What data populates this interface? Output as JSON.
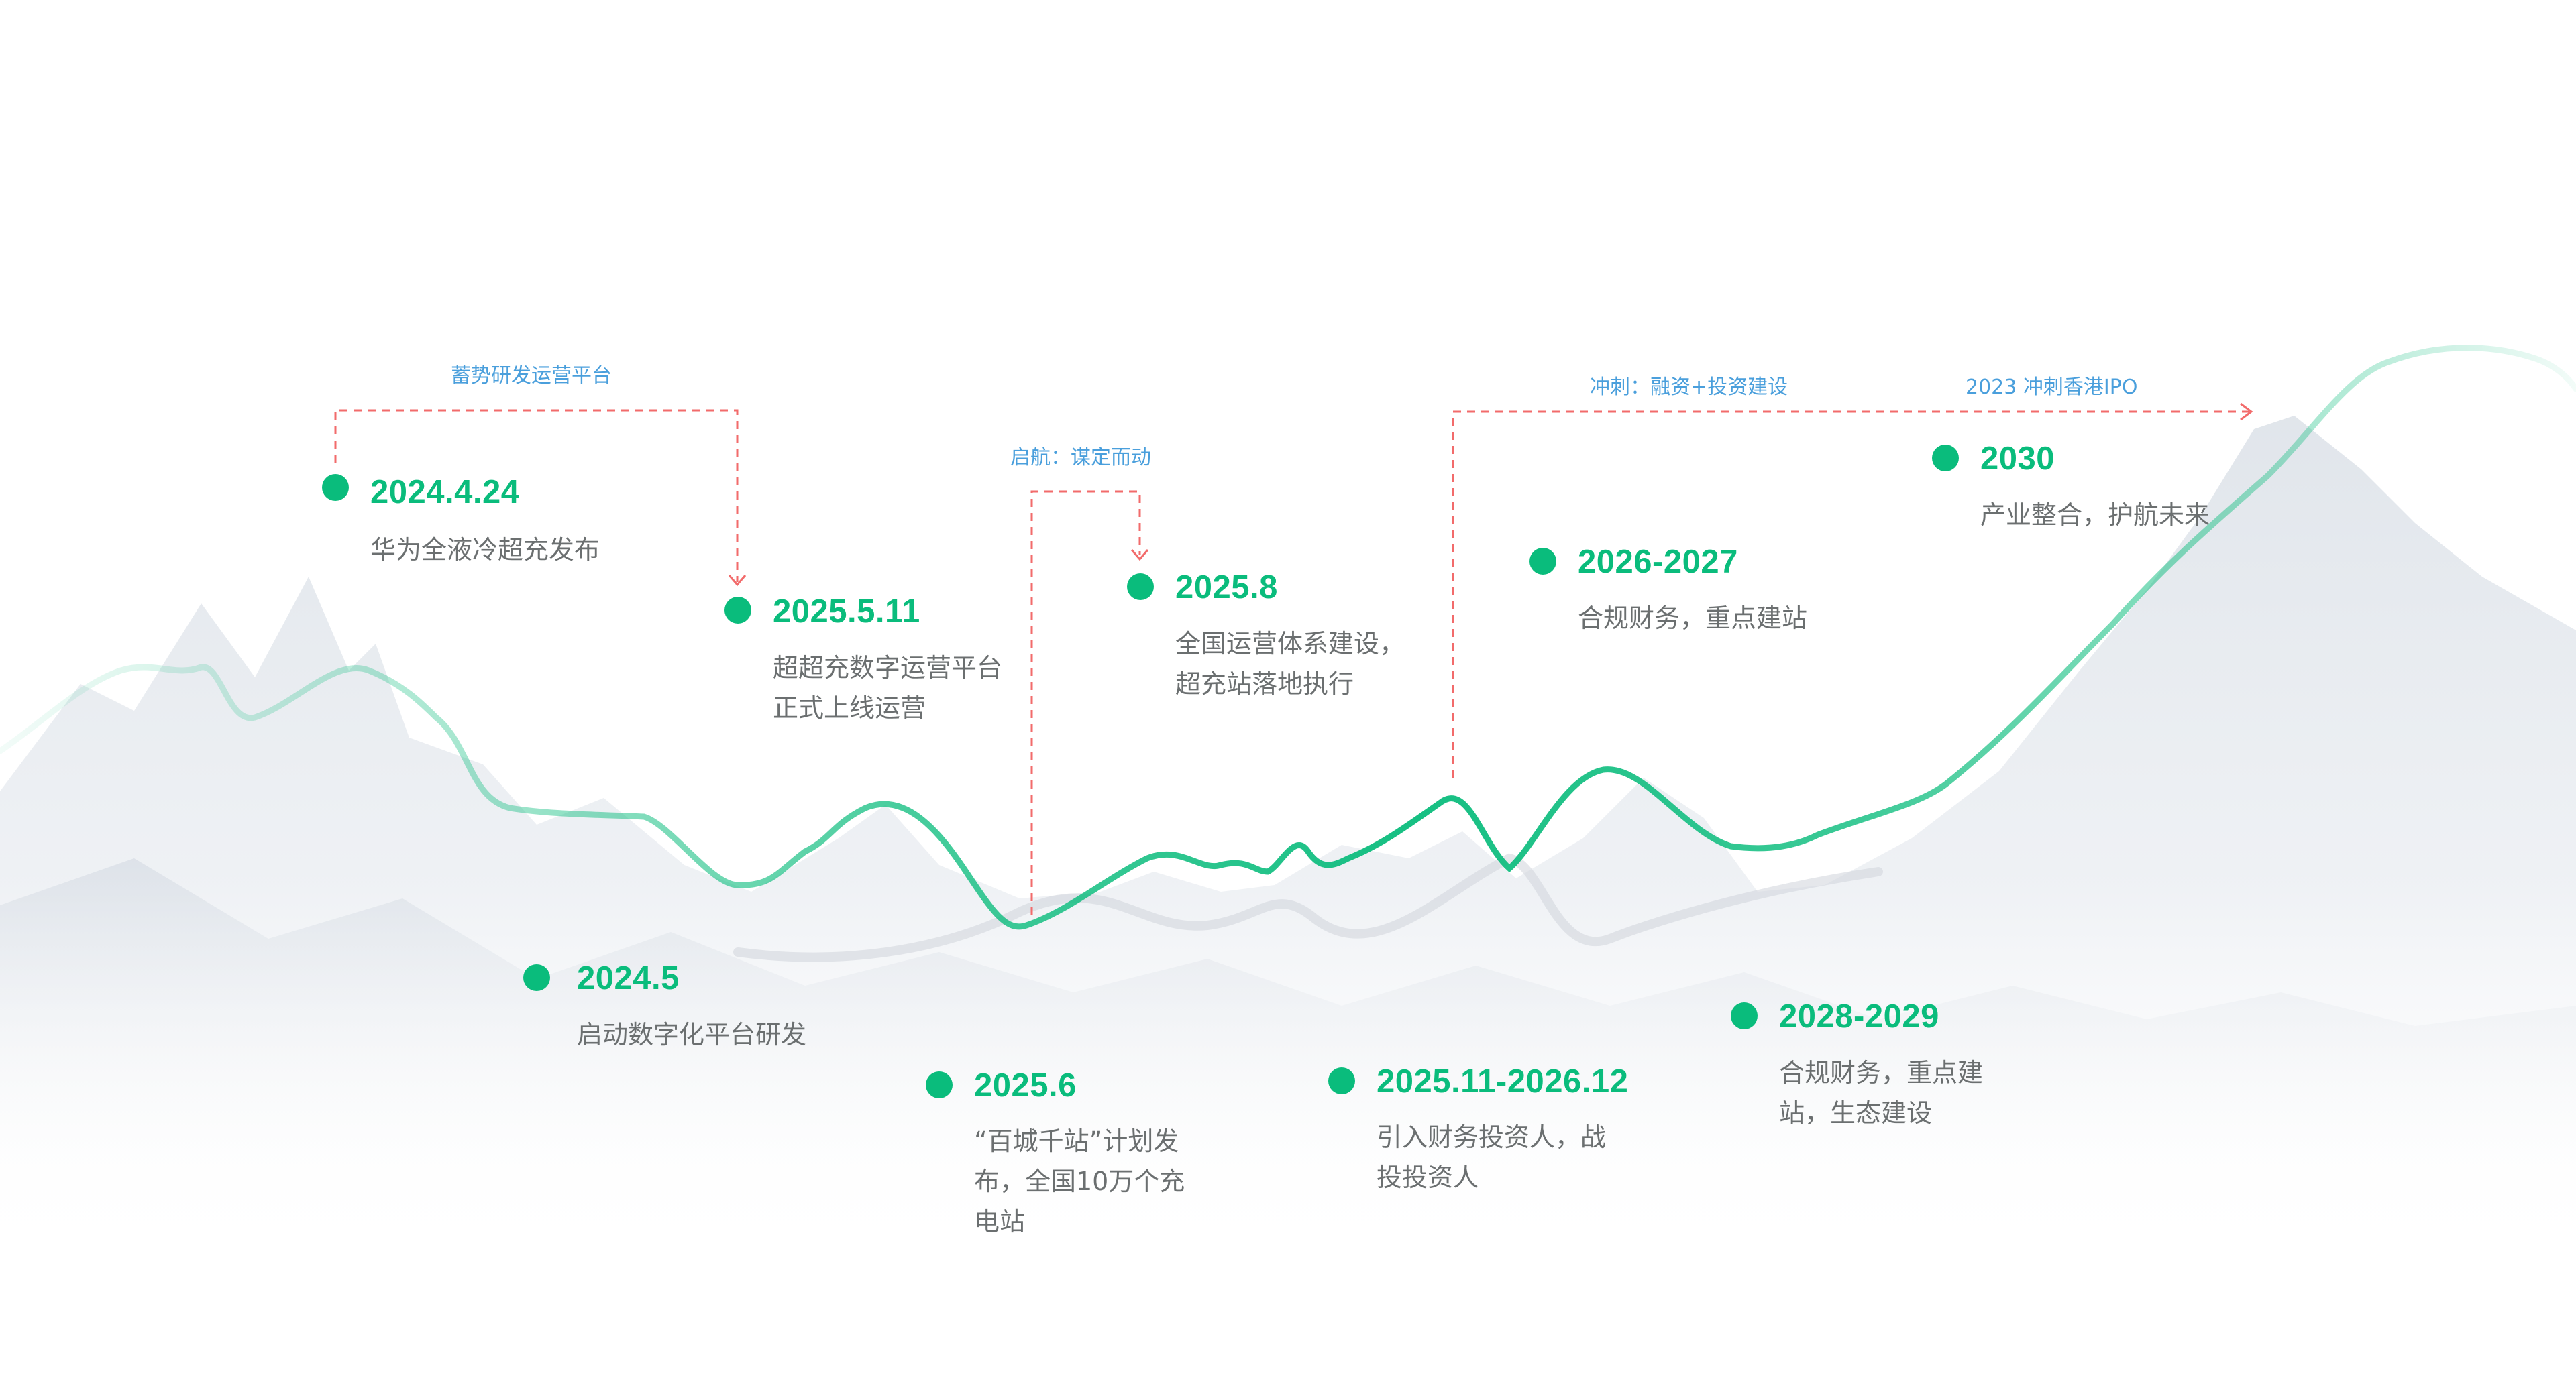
{
  "colors": {
    "accent_green": "#0abc7c",
    "curve_light": "#a8e9d2",
    "phase_blue": "#4a9fdc",
    "dashed_red": "#f26b6b",
    "desc_gray": "#6b6f70",
    "mountain": "#e4e8ee"
  },
  "phases": [
    {
      "label": "蓄势研发运营平台"
    },
    {
      "label": "启航：谋定而动"
    },
    {
      "label": "冲刺：融资+投资建设"
    },
    {
      "label": "2023 冲刺香港IPO"
    }
  ],
  "milestones": [
    {
      "date": "2024.4.24",
      "lines": [
        "华为全液冷超充发布"
      ],
      "position": "above"
    },
    {
      "date": "2024.5",
      "lines": [
        "启动数字化平台研发"
      ],
      "position": "below"
    },
    {
      "date": "2025.5.11",
      "lines": [
        "超超充数字运营平台",
        "正式上线运营"
      ],
      "position": "above"
    },
    {
      "date": "2025.6",
      "lines": [
        "“百城千站”计划发",
        "布，全国10万个充",
        "电站"
      ],
      "position": "below"
    },
    {
      "date": "2025.8",
      "lines": [
        "全国运营体系建设，",
        "超充站落地执行"
      ],
      "position": "above"
    },
    {
      "date": "2025.11-2026.12",
      "lines": [
        "引入财务投资人，战",
        "投投资人"
      ],
      "position": "below"
    },
    {
      "date": "2026-2027",
      "lines": [
        "合规财务，重点建站"
      ],
      "position": "above"
    },
    {
      "date": "2028-2029",
      "lines": [
        "合规财务，重点建",
        "站，生态建设"
      ],
      "position": "below"
    },
    {
      "date": "2030",
      "lines": [
        "产业整合，护航未来"
      ],
      "position": "above"
    }
  ]
}
